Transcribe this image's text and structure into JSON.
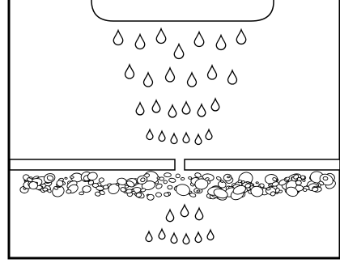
{
  "diagram": {
    "stroke_color": "#000000",
    "fill_color": "#ffffff",
    "top_drop_count": 6,
    "bottom_drop_count": 6,
    "pebble_count": 240
  }
}
